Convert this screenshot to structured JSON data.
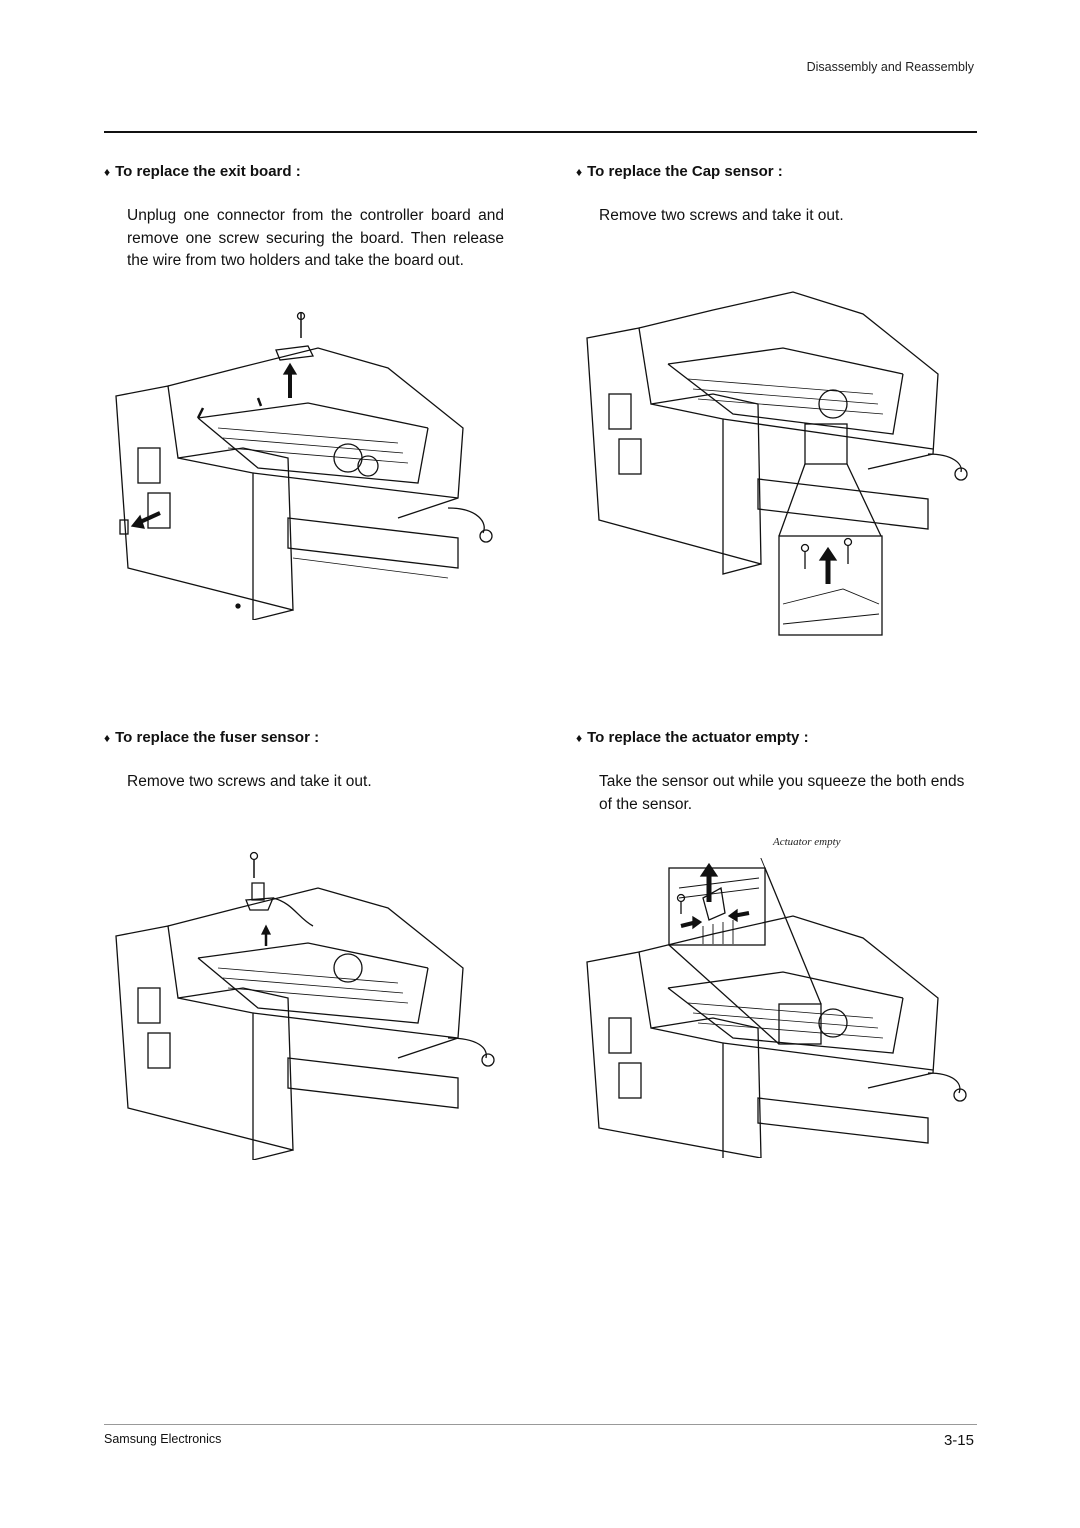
{
  "header": {
    "section_title": "Disassembly and Reassembly"
  },
  "sections": {
    "exit_board": {
      "heading": "To replace the exit board   :",
      "body": "Unplug one connector from the controller board and remove one screw securing the board. Then release the wire from two holders and take the board out."
    },
    "cap_sensor": {
      "heading": "To replace the Cap sensor :",
      "body": "Remove two screws and take it out."
    },
    "fuser_sensor": {
      "heading": "To replace the fuser sensor   :",
      "body": "Remove two screws and take it out."
    },
    "actuator_empty": {
      "heading": "To replace the actuator empty :",
      "body": "Take the sensor out while you squeeze the both ends of the sensor.",
      "figure_caption": "Actuator empty"
    }
  },
  "footer": {
    "company": "Samsung Electronics",
    "page_number": "3-15"
  },
  "icons": {
    "bullet": "diamond-bullet-icon"
  }
}
